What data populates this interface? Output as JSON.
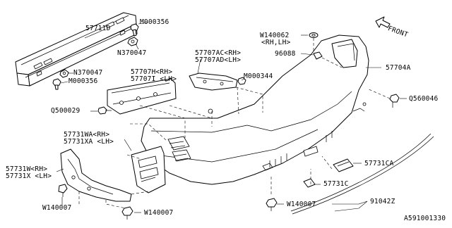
{
  "diagram": {
    "part_labels": {
      "p57711D": "57711D",
      "pM000356a": "M000356",
      "pN370047a": "N370047",
      "pN370047b": "N370047",
      "pM000356b": "M000356",
      "p57707AC": "57707AC<RH>",
      "p57707AD": "57707AD<LH>",
      "pM000344": "M000344",
      "p57707H": "57707H<RH>",
      "p57707I": "57707I <LH>",
      "pQ500029": "Q500029",
      "pW140062": "W140062",
      "pRHLH": "<RH,LH>",
      "p96088": "96088",
      "p57704A": "57704A",
      "pQ560046": "Q560046",
      "p57731WA": "57731WA<RH>",
      "p57731XA": "57731XA <LH>",
      "p57731W": "57731W<RH>",
      "p57731X": "57731X <LH>",
      "p57731CA": "57731CA",
      "p57731C": "57731C",
      "pW140007a": "W140007",
      "pW140007b": "W140007",
      "pW140007c": "W140007",
      "p91042Z": "91042Z"
    },
    "front_label": "FRONT",
    "diagram_id": "A591001330"
  }
}
